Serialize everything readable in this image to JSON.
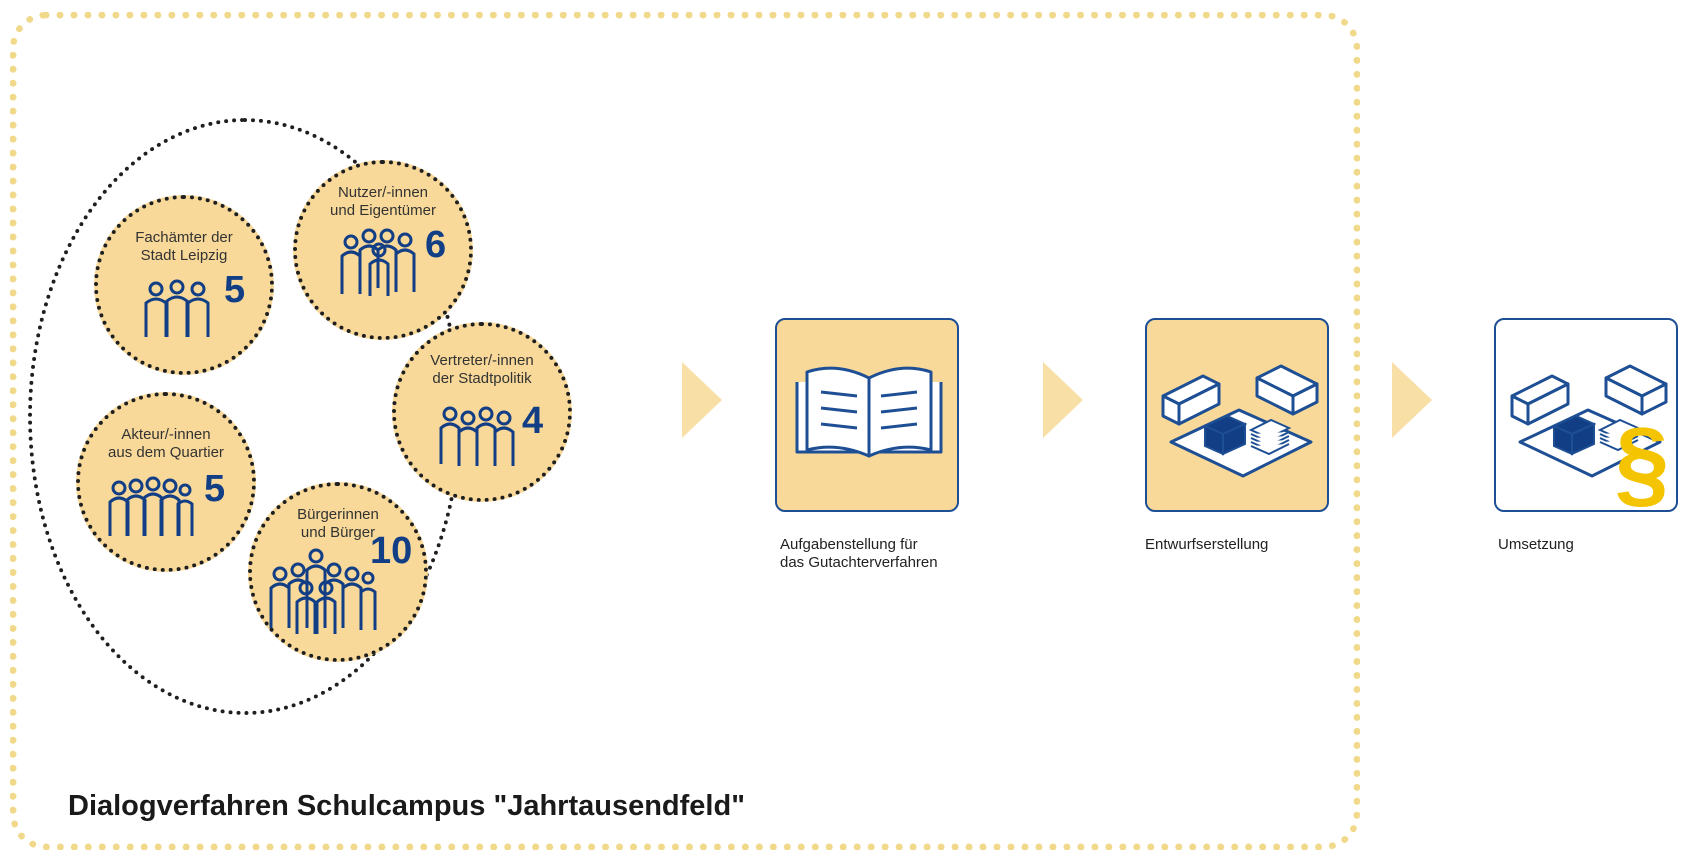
{
  "title": "Dialogverfahren Schulcampus \"Jahrtausendfeld\"",
  "groups": [
    {
      "label": "Fachämter der\nStadt Leipzig",
      "count": "5"
    },
    {
      "label": "Nutzer/-innen\nund Eigentümer",
      "count": "6"
    },
    {
      "label": "Vertreter/-innen\nder Stadtpolitik",
      "count": "4"
    },
    {
      "label": "Akteur/-innen\naus dem Quartier",
      "count": "5"
    },
    {
      "label": "Bürgerinnen\nund Bürger",
      "count": "10"
    }
  ],
  "steps": [
    {
      "label": "Aufgabenstellung für\ndas Gutachterverfahren",
      "icon": "book-icon"
    },
    {
      "label": "Entwurfserstellung",
      "icon": "building-blocks-icon"
    },
    {
      "label": "Umsetzung",
      "icon": "building-paragraph-icon"
    }
  ],
  "colors": {
    "circle_fill": "#f8d999",
    "accent_blue": "#123e86",
    "arrow": "#f8dfa6",
    "paragraph": "#f4c400"
  }
}
